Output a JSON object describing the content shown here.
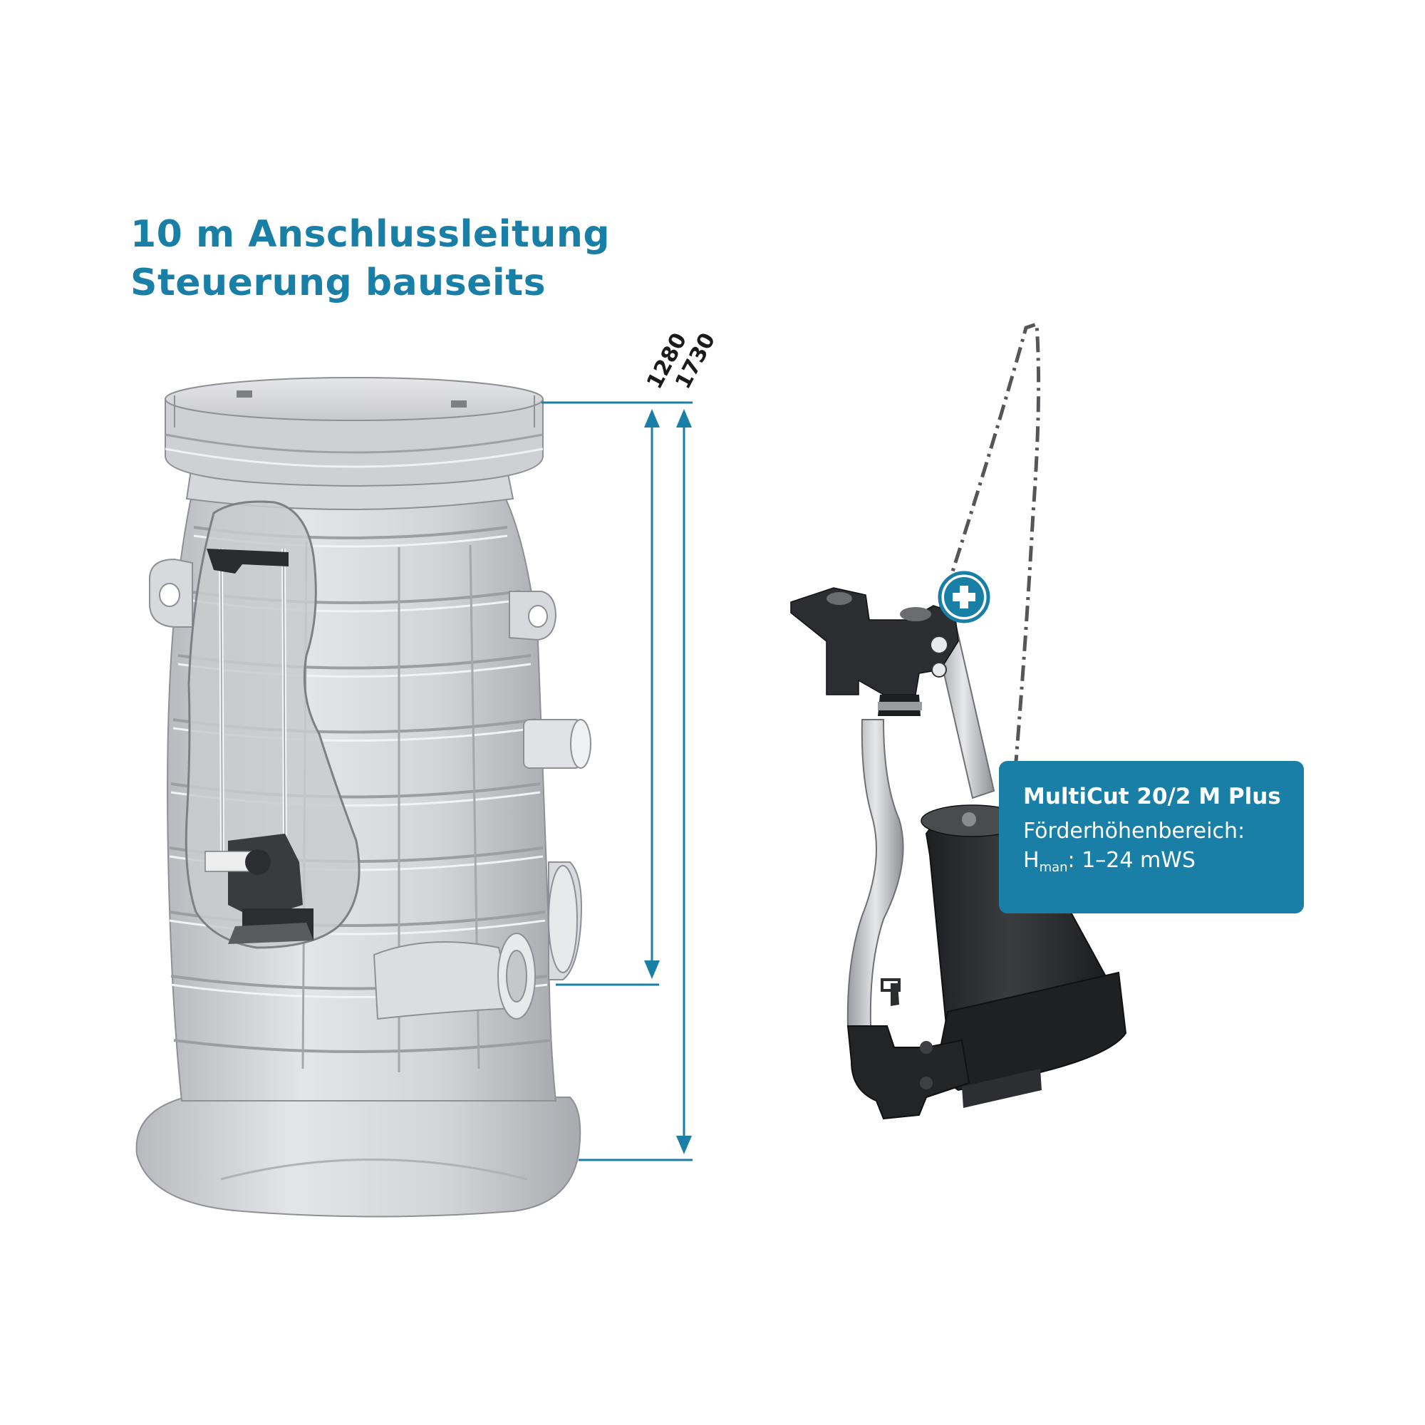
{
  "heading": {
    "line1": "10 m Anschlussleitung",
    "line2": "Steuerung bauseits"
  },
  "dimensions": {
    "inner_height": "1280",
    "outer_height": "1730"
  },
  "pump_card": {
    "model": "MultiCut 20/2 M Plus",
    "range_label": "Förderhöhenbereich:",
    "h_symbol": "H",
    "h_subscript": "man",
    "h_value": ": 1–24 mWS"
  },
  "colors": {
    "accent": "#1a7fa6",
    "tank_gray": "#dcdde0",
    "pump_dark": "#2a2b2d"
  },
  "icons": {
    "plus_badge": "plus-circle-icon"
  }
}
